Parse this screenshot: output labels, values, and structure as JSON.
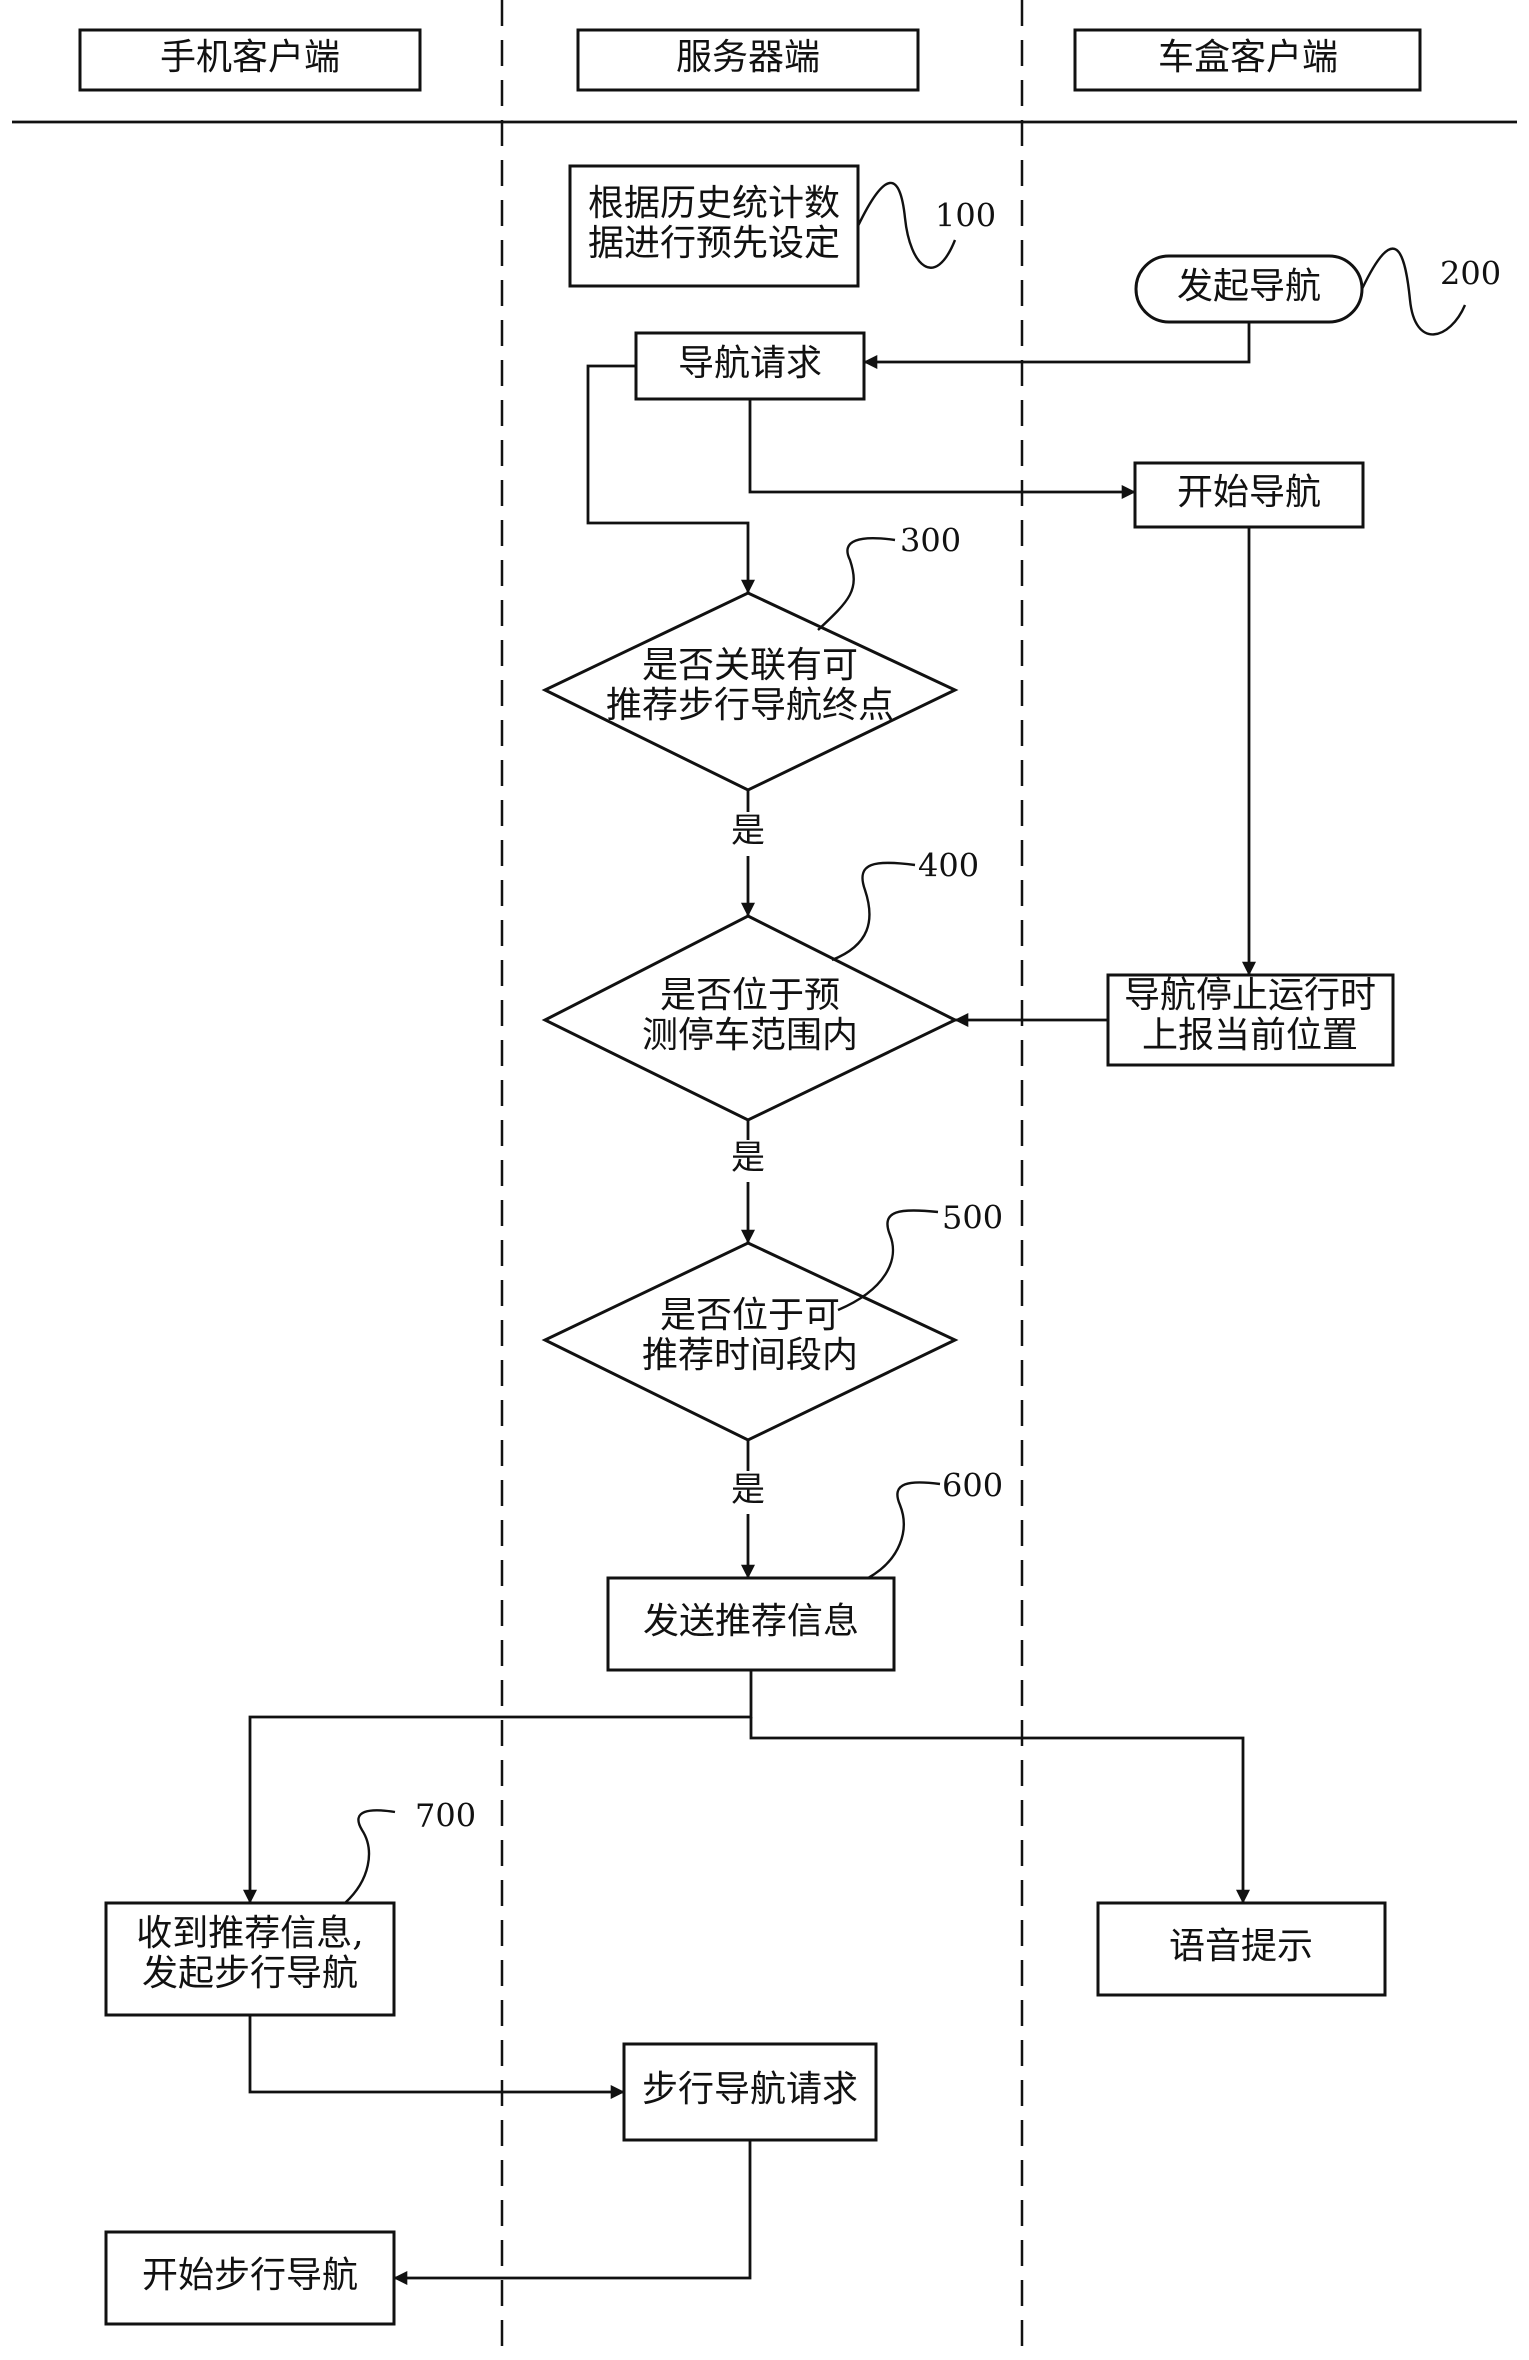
{
  "lanes": {
    "phone": "手机客户端",
    "server": "服务器端",
    "carbox": "车盒客户端"
  },
  "steps": {
    "preset": [
      "根据历史统计数",
      "据进行预先设定"
    ],
    "start_nav": "发起导航",
    "nav_request": "导航请求",
    "begin_nav": "开始导航",
    "decision_dest": [
      "是否关联有可",
      "推荐步行导航终点"
    ],
    "report_position": [
      "导航停止运行时",
      "上报当前位置"
    ],
    "decision_parking": [
      "是否位于预",
      "测停车范围内"
    ],
    "decision_time": [
      "是否位于可",
      "推荐时间段内"
    ],
    "send_recommend": "发送推荐信息",
    "receive_recommend": [
      "收到推荐信息,",
      "发起步行导航"
    ],
    "voice_prompt": "语音提示",
    "walk_request": "步行导航请求",
    "begin_walk": "开始步行导航"
  },
  "yes_labels": [
    "是",
    "是",
    "是"
  ],
  "refs": {
    "r100": "100",
    "r200": "200",
    "r300": "300",
    "r400": "400",
    "r500": "500",
    "r600": "600",
    "r700": "700"
  }
}
